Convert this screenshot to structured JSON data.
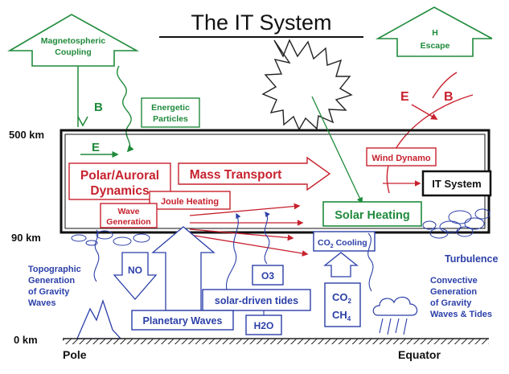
{
  "title": "The IT System",
  "altitudes": {
    "top": "500 km",
    "middle": "90 km",
    "ground": "0 km"
  },
  "ground_labels": {
    "left": "Pole",
    "right": "Equator"
  },
  "green_labels": {
    "magnetospheric_line1": "Magnetospheric",
    "magnetospheric_line2": "Coupling",
    "b_field": "B",
    "energetic_line1": "Energetic",
    "energetic_line2": "Particles",
    "e_field": "E",
    "h_escape_line1": "H",
    "h_escape_line2": "Escape",
    "solar_heating": "Solar Heating"
  },
  "red_labels": {
    "e_field": "E",
    "b_field": "B",
    "wind_dynamo": "Wind Dynamo",
    "polar_line1": "Polar/Auroral",
    "polar_line2": "Dynamics",
    "mass_transport": "Mass Transport",
    "joule_heating": "Joule Heating",
    "wave_line1": "Wave",
    "wave_line2": "Generation"
  },
  "system_box": "IT System",
  "blue_labels": {
    "co2_cooling_prefix": "CO",
    "co2_cooling_sub": "2",
    "co2_cooling_suffix": " Cooling",
    "turbulence": "Turbulence",
    "topo_line1": "Topographic",
    "topo_line2": "Generation",
    "topo_line3": "of Gravity",
    "topo_line4": "Waves",
    "no": "NO",
    "o3": "O3",
    "solar_tides": "solar-driven tides",
    "planetary_waves": "Planetary Waves",
    "h2o": "H2O",
    "co2": "CO",
    "co2_sub": "2",
    "ch4": "CH",
    "ch4_sub": "4",
    "conv_line1": "Convective",
    "conv_line2": "Generation",
    "conv_line3": "of Gravity",
    "conv_line4": "Waves & Tides"
  }
}
